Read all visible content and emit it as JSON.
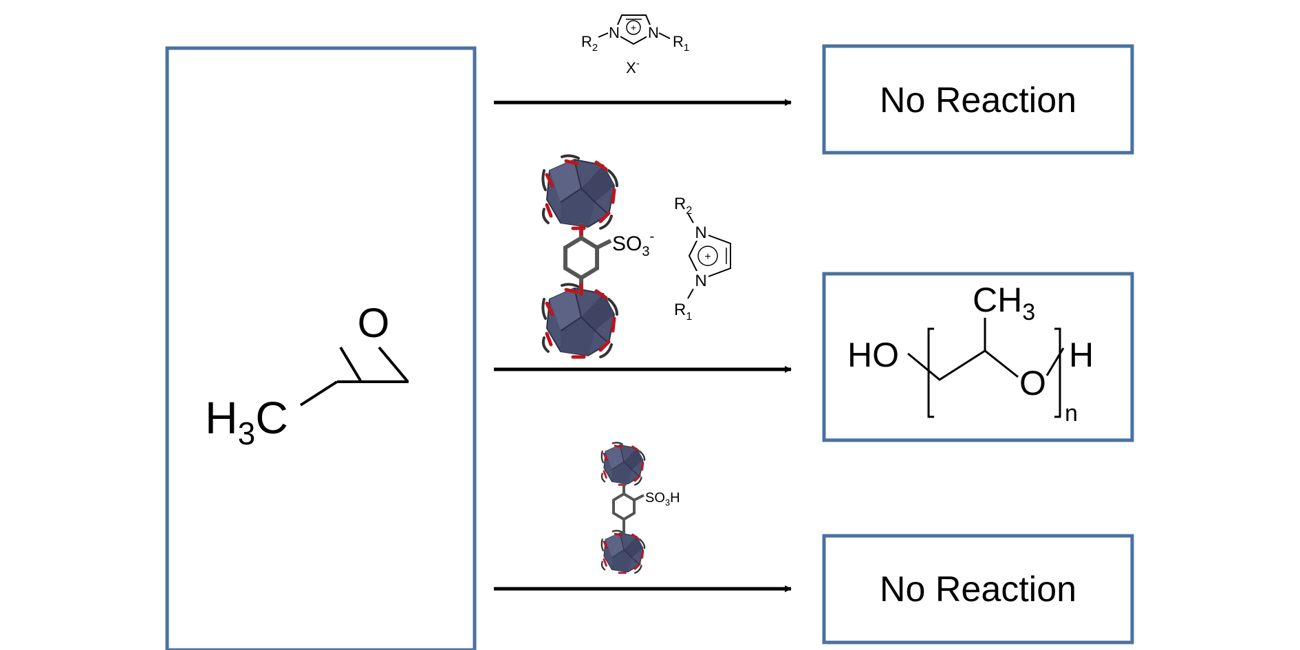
{
  "reactant": {
    "formula_main": "H",
    "formula_sub": "3",
    "formula_tail": "C",
    "oxygen": "O"
  },
  "rows": [
    {
      "catalyst": {
        "r2": "R",
        "r2_sub": "2",
        "r1": "R",
        "r1_sub": "1",
        "n_left": "N",
        "n_right": "N",
        "charge": "+",
        "anion": "X",
        "anion_sup": "-"
      },
      "product": "No Reaction"
    },
    {
      "catalyst": {
        "sulfonate": "SO",
        "sulfonate_sub": "3",
        "sulfonate_sup": "-",
        "r2": "R",
        "r2_sub": "2",
        "r1": "R",
        "r1_sub": "1",
        "n_top": "N",
        "n_bottom": "N",
        "charge": "+"
      },
      "product": {
        "ho": "HO",
        "ch3": "CH",
        "ch3_sub": "3",
        "o": "O",
        "h": "H",
        "n": "n"
      }
    },
    {
      "catalyst": {
        "sulfonic": "SO",
        "sulfonic_sub": "3",
        "sulfonic_tail": "H"
      },
      "product": "No Reaction"
    }
  ],
  "colors": {
    "box_border": "#4a72a0",
    "arrow": "#000000",
    "polyhedron": "#4d5372",
    "linker_red": "#c0141c",
    "linker_gray": "#555555"
  }
}
